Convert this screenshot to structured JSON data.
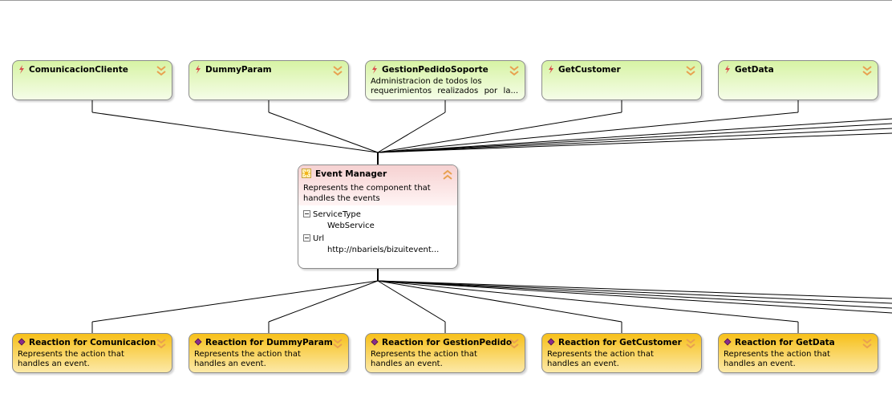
{
  "events": [
    {
      "title": "ComunicacionCliente",
      "desc": []
    },
    {
      "title": "DummyParam",
      "desc": []
    },
    {
      "title": "GestionPedidoSoporte",
      "desc": [
        "Administracion de todos los",
        "requerimientos  realizados  por  la..."
      ]
    },
    {
      "title": "GetCustomer",
      "desc": []
    },
    {
      "title": "GetData",
      "desc": []
    }
  ],
  "event_manager": {
    "title": "Event Manager",
    "desc_line1": "Represents the component that",
    "desc_line2": "handles the events",
    "properties": [
      {
        "name": "ServiceType",
        "value": "WebService"
      },
      {
        "name": "Url",
        "value": "http://nbariels/bizuitevent..."
      }
    ]
  },
  "reactions": [
    {
      "title": "Reaction  for Comunicacion",
      "desc1": "Represents the action that",
      "desc2": "handles an event."
    },
    {
      "title": "Reaction for DummyParam",
      "desc1": "Represents the action that",
      "desc2": "handles an event."
    },
    {
      "title": "Reaction  for GestionPedido",
      "desc1": "Represents the action that",
      "desc2": "handles an event."
    },
    {
      "title": "Reaction for GetCustomer",
      "desc1": "Represents the action that",
      "desc2": "handles an event."
    },
    {
      "title": "Reaction for GetData",
      "desc1": "Represents the action that",
      "desc2": "handles an event."
    }
  ],
  "colors": {
    "event_fill": "#d7f3a4",
    "reaction_fill": "#f7c01a",
    "manager_header_fill": "#f6d1d1",
    "connector": "#000000",
    "chevron": "#e8a050"
  }
}
